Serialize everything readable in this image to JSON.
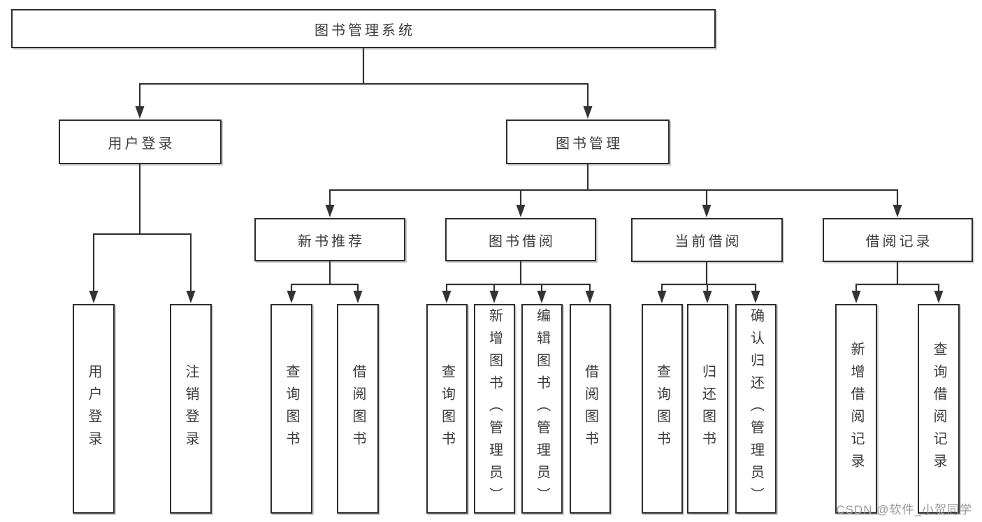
{
  "diagram": {
    "title": "图书管理系统",
    "nodes": [
      {
        "id": "root",
        "label": "图书管理系统",
        "children": [
          "user-login-group",
          "book-mgmt"
        ]
      },
      {
        "id": "user-login-group",
        "label": "用户登录",
        "children": [
          "user-login",
          "logout"
        ]
      },
      {
        "id": "book-mgmt",
        "label": "图书管理",
        "children": [
          "new-book-rec",
          "book-borrow",
          "current-borrow",
          "borrow-record"
        ]
      },
      {
        "id": "new-book-rec",
        "label": "新书推荐",
        "children": [
          "query-book-1",
          "borrow-book-1"
        ]
      },
      {
        "id": "book-borrow",
        "label": "图书借阅",
        "children": [
          "query-book-2",
          "add-book-admin",
          "edit-book-admin",
          "borrow-book-2"
        ]
      },
      {
        "id": "current-borrow",
        "label": "当前借阅",
        "children": [
          "query-book-3",
          "return-book",
          "confirm-return-admin"
        ]
      },
      {
        "id": "borrow-record",
        "label": "借阅记录",
        "children": [
          "add-borrow-record",
          "query-borrow-record"
        ]
      },
      {
        "id": "user-login",
        "label": "用户登录",
        "children": []
      },
      {
        "id": "logout",
        "label": "注销登录",
        "children": []
      },
      {
        "id": "query-book-1",
        "label": "查询图书",
        "children": []
      },
      {
        "id": "borrow-book-1",
        "label": "借阅图书",
        "children": []
      },
      {
        "id": "query-book-2",
        "label": "查询图书",
        "children": []
      },
      {
        "id": "add-book-admin",
        "label": "新增图书（管理员）",
        "children": []
      },
      {
        "id": "edit-book-admin",
        "label": "编辑图书（管理员）",
        "children": []
      },
      {
        "id": "borrow-book-2",
        "label": "借阅图书",
        "children": []
      },
      {
        "id": "query-book-3",
        "label": "查询图书",
        "children": []
      },
      {
        "id": "return-book",
        "label": "归还图书",
        "children": []
      },
      {
        "id": "confirm-return-admin",
        "label": "确认归还（管理员）",
        "children": []
      },
      {
        "id": "add-borrow-record",
        "label": "新增借阅记录",
        "children": []
      },
      {
        "id": "query-borrow-record",
        "label": "查询借阅记录",
        "children": []
      }
    ]
  },
  "watermark": {
    "text": "CSDN @软件_小贺同学"
  },
  "colors": {
    "background": "#ffffff",
    "line": "#333333",
    "box_border": "#2d2d2d",
    "text": "#3b3b3b",
    "watermark": "#999999"
  }
}
